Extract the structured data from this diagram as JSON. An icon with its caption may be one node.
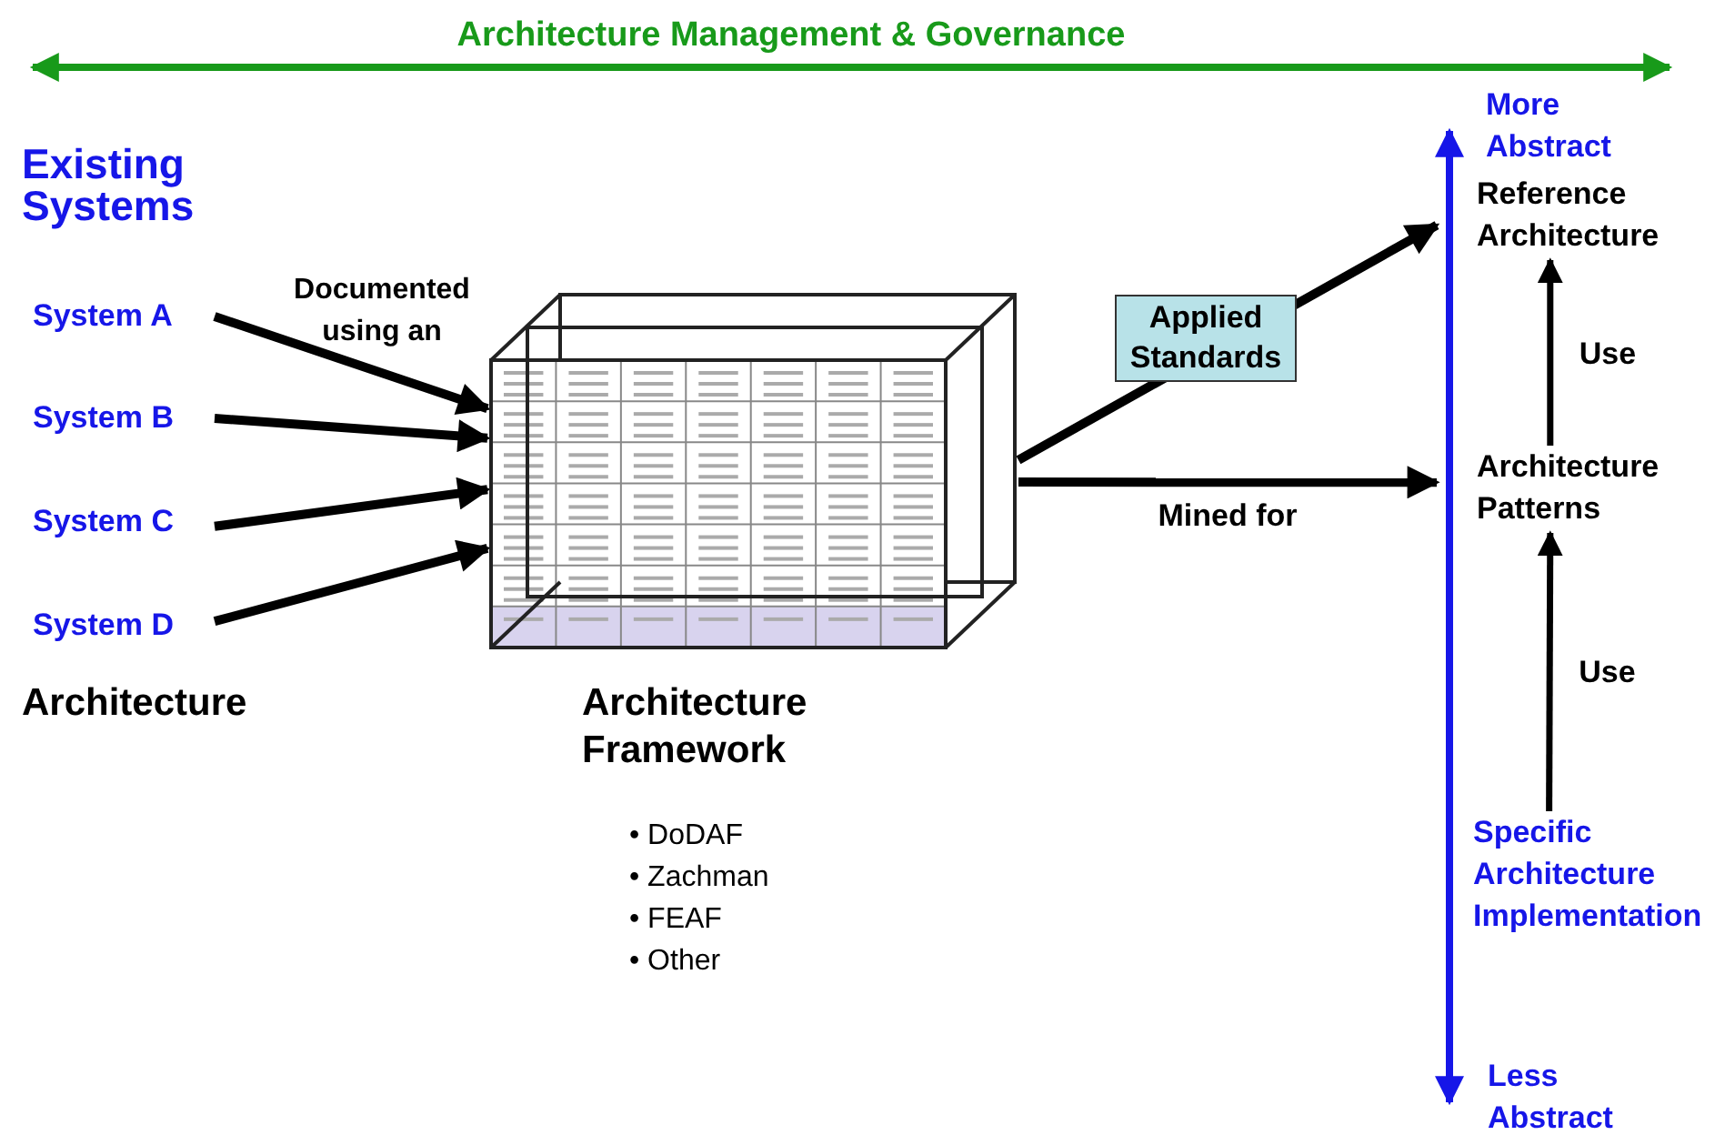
{
  "diagram": {
    "nodes": [
      {
        "text": [
          "System A"
        ]
      },
      {
        "text": [
          "System B"
        ]
      },
      {
        "text": [
          "System C"
        ]
      },
      {
        "text": [
          "System D"
        ]
      },
      {
        "text": [],
        "shape": "picture",
        "beside": [
          "Architecture Framework"
        ]
      },
      {
        "text": [
          "Reference Architecture"
        ]
      },
      {
        "text": [
          "Architecture Patterns"
        ]
      },
      {
        "text": [
          "Specific Architecture Implementation"
        ]
      }
    ],
    "edges": [
      {
        "from": 0,
        "to": 4,
        "arrow": "to"
      },
      {
        "from": 1,
        "to": 4,
        "arrow": "to"
      },
      {
        "from": 2,
        "to": 4,
        "arrow": "to"
      },
      {
        "from": 3,
        "to": 4,
        "arrow": "to"
      },
      {
        "from": 4,
        "to": 5,
        "arrow": "to",
        "label": "Applied Standards"
      },
      {
        "from": 4,
        "to": 6,
        "arrow": "to",
        "label": "Mined for"
      },
      {
        "from": 6,
        "to": 5,
        "arrow": "to",
        "label": "Use"
      },
      {
        "from": 7,
        "to": 6,
        "arrow": "to",
        "label": "Use"
      }
    ],
    "labels": [
      "Architecture Management & Governance",
      "More Abstract",
      "Existing Systems",
      "Documented using an",
      "Architecture",
      "• DoDAF",
      "• Zachman",
      "• FEAF",
      "• Other",
      "Less Abstract"
    ]
  }
}
